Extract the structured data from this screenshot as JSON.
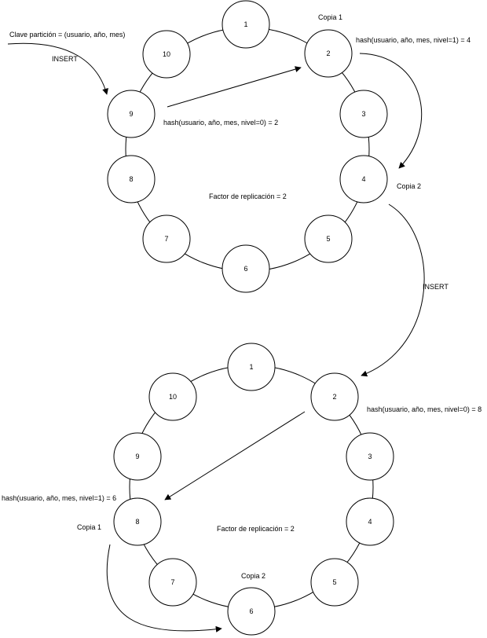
{
  "top": {
    "nodes": [
      "1",
      "2",
      "3",
      "4",
      "5",
      "6",
      "7",
      "8",
      "9",
      "10"
    ],
    "clave": "Clave partición = (usuario, año, mes)",
    "insert": "INSERT",
    "copia1": "Copia 1",
    "copia2": "Copia 2",
    "hash_nivel1": "hash(usuario, año, mes, nivel=1) = 4",
    "hash_nivel0": "hash(usuario, año, mes, nivel=0) = 2",
    "factor": "Factor de replicación = 2"
  },
  "middle": {
    "insert": "INSERT"
  },
  "bottom": {
    "nodes": [
      "1",
      "2",
      "3",
      "4",
      "5",
      "6",
      "7",
      "8",
      "9",
      "10"
    ],
    "hash_nivel0": "hash(usuario, año, mes, nivel=0) = 8",
    "hash_nivel1": "hash(usuario, año, mes, nivel=1) = 6",
    "copia1": "Copia 1",
    "copia2": "Copia 2",
    "factor": "Factor de replicación = 2"
  }
}
